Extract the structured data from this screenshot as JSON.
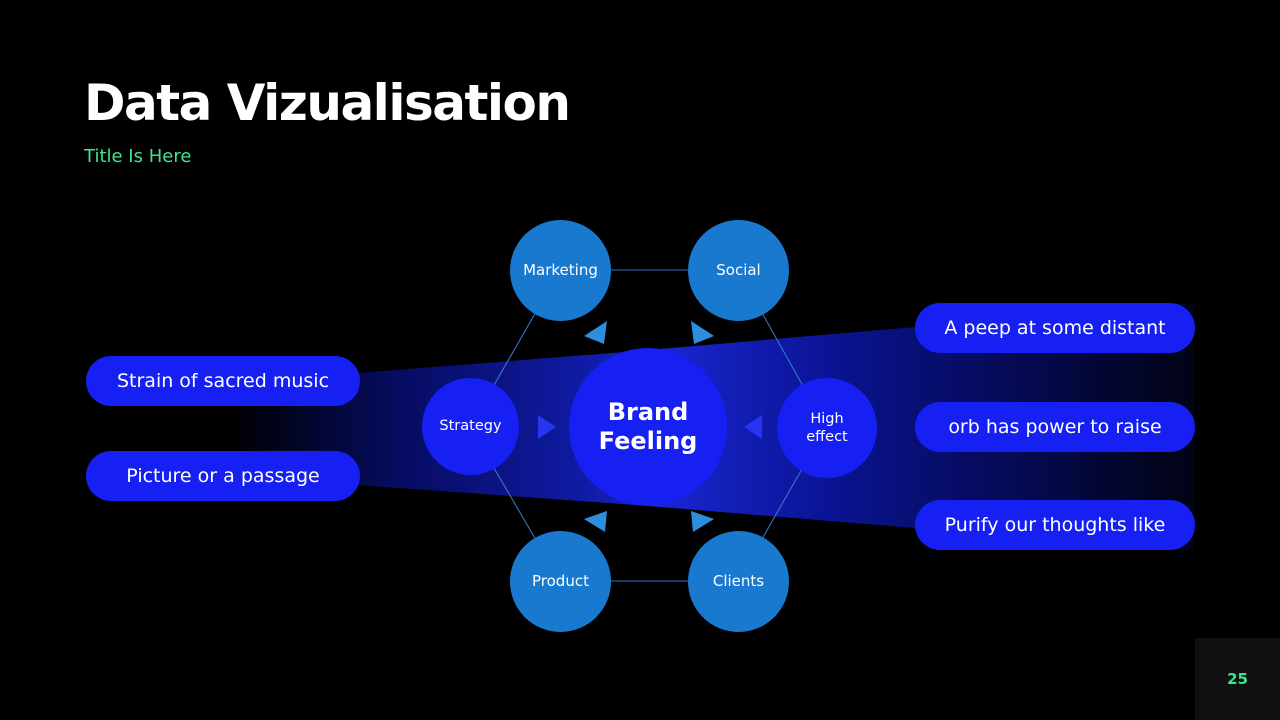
{
  "slide": {
    "title": "Data Vizualisation",
    "subtitle": "Title Is Here",
    "page_number": "25"
  },
  "diagram": {
    "center_label": "Brand Feeling",
    "nodes": {
      "marketing": "Marketing",
      "social": "Social",
      "strategy": "Strategy",
      "high_effect": "High effect",
      "product": "Product",
      "clients": "Clients"
    },
    "left_pills": [
      "Strain of sacred music",
      "Picture or a passage"
    ],
    "right_pills": [
      "A peep at some distant",
      "orb has power to raise",
      "Purify our thoughts like"
    ]
  },
  "colors": {
    "background": "#000000",
    "accent_green": "#3EE58C",
    "bright_blue": "#1620F2",
    "steel_blue": "#1879CF",
    "beam_navy": "#0A14A0",
    "hex_line_blue": "#3C7FD6",
    "arrow_light_blue": "#2E8EDE",
    "beam_arrow_blue": "#2636F0",
    "page_box_bg": "#101010",
    "text_white": "#FFFFFF"
  }
}
